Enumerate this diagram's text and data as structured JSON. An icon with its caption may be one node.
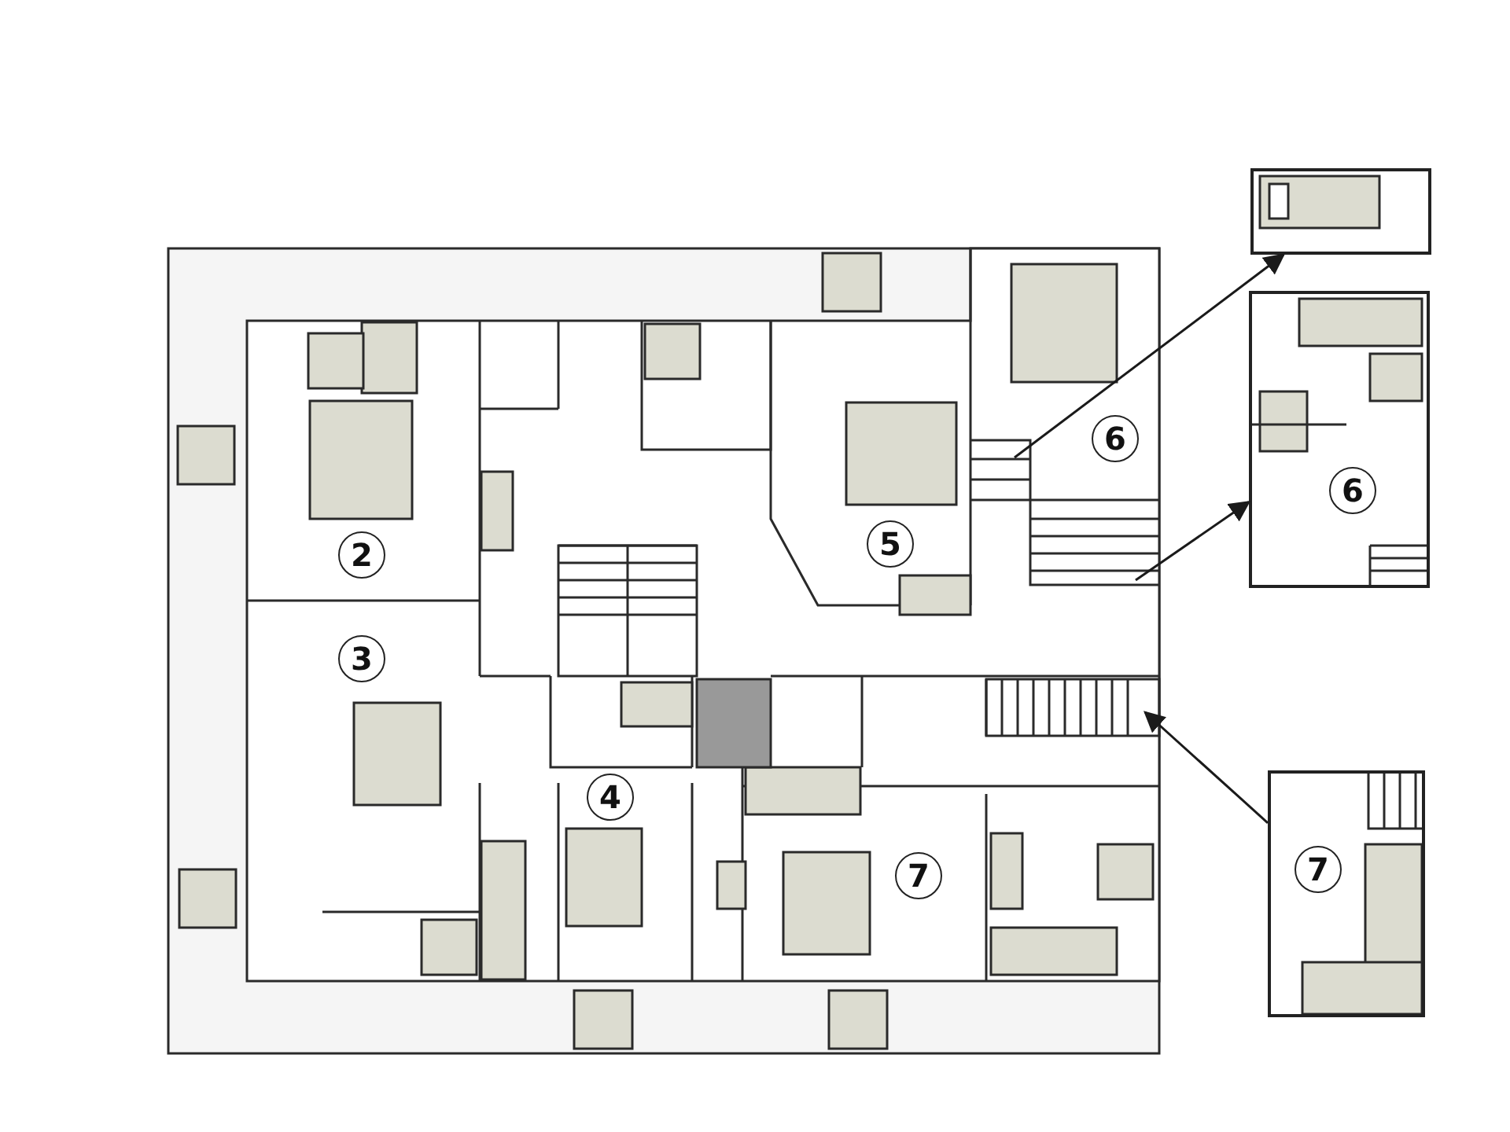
{
  "diagram": {
    "nodes": [
      {
        "text": [
          "2"
        ]
      },
      {
        "text": [
          "3"
        ]
      },
      {
        "text": [
          "4"
        ]
      },
      {
        "text": [
          "5"
        ]
      },
      {
        "text": [
          "6"
        ]
      },
      {
        "text": [
          "7"
        ]
      },
      {
        "text": [],
        "shape": "box"
      },
      {
        "text": [],
        "shape": "box"
      },
      {
        "text": [
          "6"
        ],
        "in": 7
      },
      {
        "text": [],
        "shape": "box"
      },
      {
        "text": [
          "7"
        ],
        "in": 9
      }
    ],
    "edges": [
      {
        "from": null,
        "to": 6,
        "arrow": "to"
      },
      {
        "from": null,
        "to": 7,
        "arrow": "to"
      },
      {
        "from": 9,
        "to": null,
        "arrow": "to"
      }
    ]
  }
}
